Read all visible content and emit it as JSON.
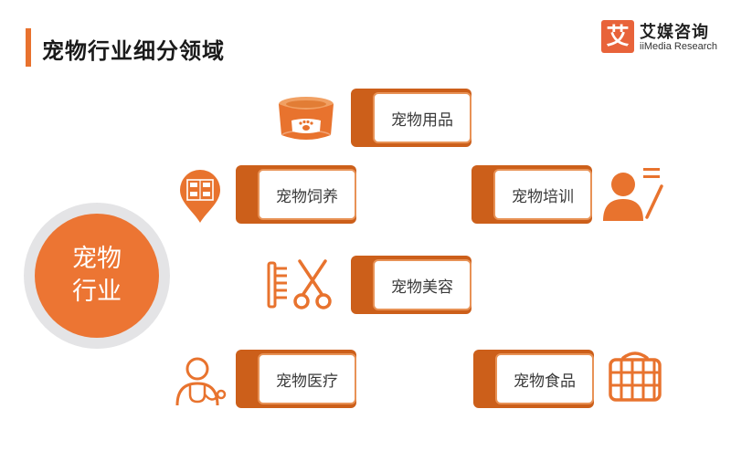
{
  "page": {
    "title": "宠物行业细分领域"
  },
  "logo": {
    "mark": "艾",
    "name_cn": "艾媒咨询",
    "name_en": "iiMedia Research"
  },
  "hub": {
    "line1": "宠物",
    "line2": "行业"
  },
  "segments": [
    {
      "label": "宠物用品",
      "icon": "pet-bowl-icon"
    },
    {
      "label": "宠物饲养",
      "icon": "feeding-location-icon"
    },
    {
      "label": "宠物培训",
      "icon": "trainer-icon"
    },
    {
      "label": "宠物美容",
      "icon": "comb-scissors-icon"
    },
    {
      "label": "宠物医疗",
      "icon": "stethoscope-icon"
    },
    {
      "label": "宠物食品",
      "icon": "pet-carrier-icon"
    }
  ],
  "colors": {
    "accent": "#e8722e",
    "card_dark": "#cc5f1a",
    "card_border": "#e89256",
    "hub": "#ec7533",
    "ring": "#e4e4e6"
  }
}
